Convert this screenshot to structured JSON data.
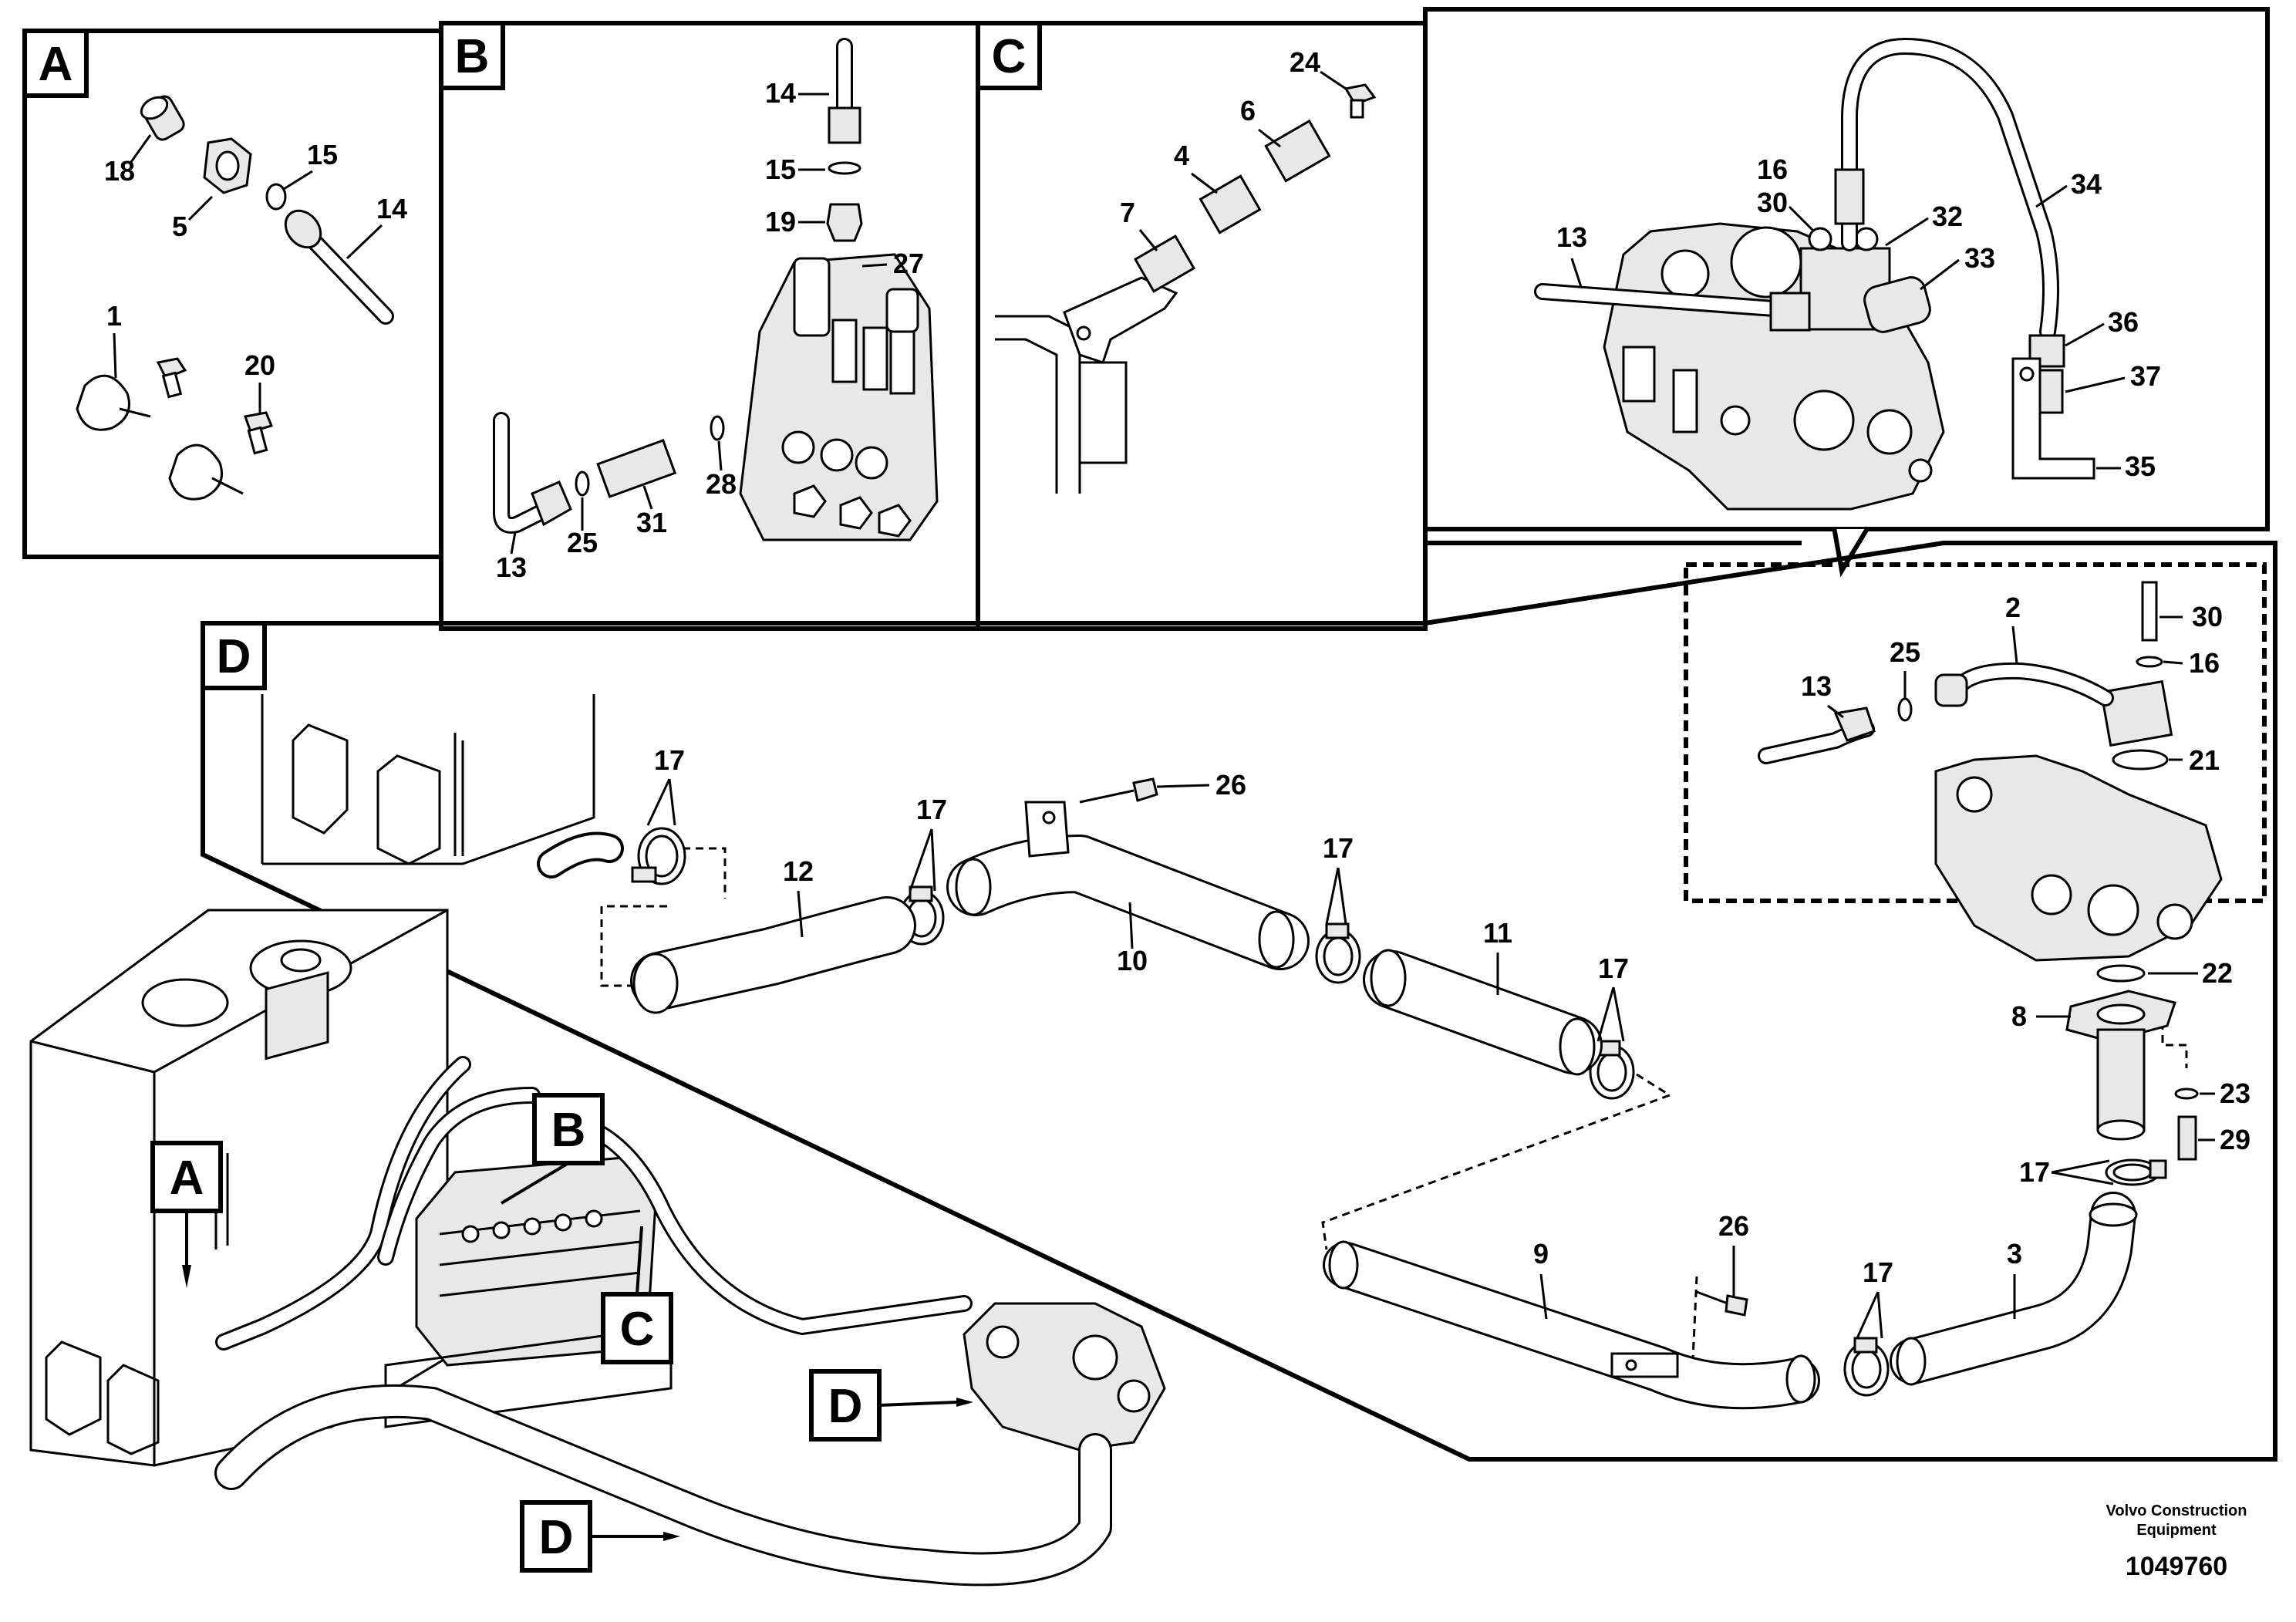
{
  "panels": {
    "a": "A",
    "b": "B",
    "c": "C",
    "d": "D"
  },
  "callouts": {
    "a": "A",
    "b": "B",
    "c": "C",
    "d1": "D",
    "d2": "D"
  },
  "labels": {
    "p1": "1",
    "p2": "2",
    "p3": "3",
    "p4": "4",
    "p5": "5",
    "p6": "6",
    "p7": "7",
    "p8": "8",
    "p9": "9",
    "p10": "10",
    "p11": "11",
    "p12": "12",
    "p13": "13",
    "p14": "14",
    "p15": "15",
    "p16": "16",
    "p17": "17",
    "p18": "18",
    "p19": "19",
    "p20": "20",
    "p21": "21",
    "p22": "22",
    "p23": "23",
    "p24": "24",
    "p25": "25",
    "p26": "26",
    "p27": "27",
    "p28": "28",
    "p29": "29",
    "p30": "30",
    "p31": "31",
    "p32": "32",
    "p33": "33",
    "p34": "34",
    "p35": "35",
    "p36": "36",
    "p37": "37"
  },
  "footer": {
    "company_line1": "Volvo Construction",
    "company_line2": "Equipment",
    "doc_number": "1049760"
  }
}
